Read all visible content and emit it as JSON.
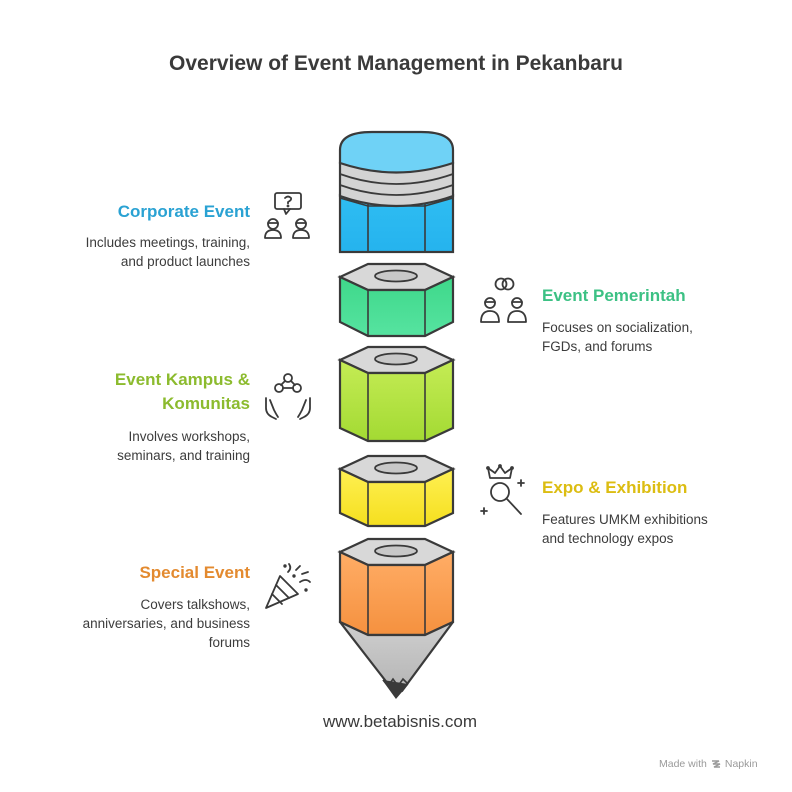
{
  "title": "Overview of Event Management in Pekanbaru",
  "colors": {
    "corporate": "#2aa2d3",
    "pemerintah": "#3cc184",
    "kampus": "#8cbb2e",
    "expo": "#dcbd12",
    "special": "#e38a2f"
  },
  "segments": [
    {
      "id": "corporate",
      "heading": "Corporate Event",
      "desc_lines": [
        "Includes meetings, training,",
        "and product launches"
      ],
      "icon": "people-question-icon",
      "side": "left"
    },
    {
      "id": "pemerintah",
      "heading": "Event Pemerintah",
      "desc_lines": [
        "Focuses on socialization,",
        "FGDs, and forums"
      ],
      "icon": "people-link-icon",
      "side": "right"
    },
    {
      "id": "kampus",
      "heading_lines": [
        "Event Kampus &",
        "Komunitas"
      ],
      "desc_lines": [
        "Involves workshops,",
        "seminars, and training"
      ],
      "icon": "community-hands-icon",
      "side": "left"
    },
    {
      "id": "expo",
      "heading": "Expo & Exhibition",
      "desc_lines": [
        "Features UMKM exhibitions",
        "and technology expos"
      ],
      "icon": "crown-search-icon",
      "side": "right"
    },
    {
      "id": "special",
      "heading": "Special Event",
      "desc_lines": [
        "Covers talkshows,",
        "anniversaries, and business",
        "forums"
      ],
      "icon": "party-popper-icon",
      "side": "left"
    }
  ],
  "footer": "www.betabisnis.com",
  "made_with": {
    "label": "Made with",
    "brand": "Napkin"
  }
}
